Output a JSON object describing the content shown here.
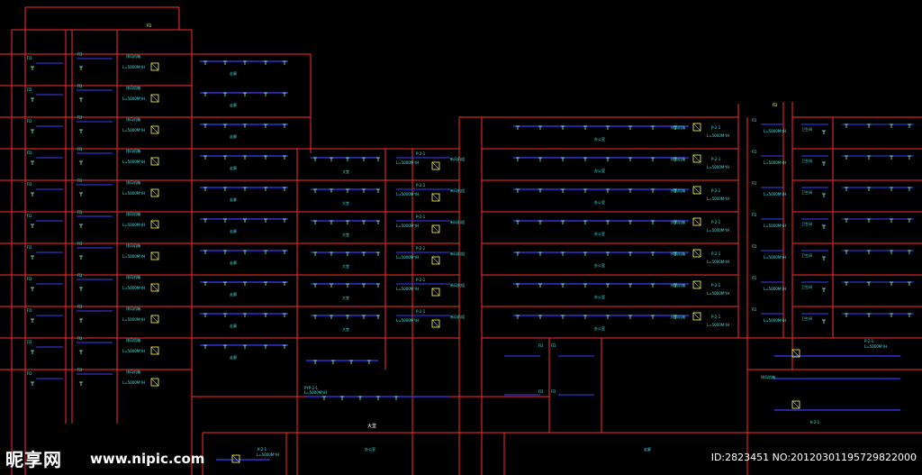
{
  "colors": {
    "background": "#000000",
    "walls": "#ff2a2a",
    "ducts": "#3b3bff",
    "annotations": "#3fe0e0",
    "fixtures": "#7fffd4",
    "highlight": "#ffff55",
    "labels": "#ffffff"
  },
  "drawing": {
    "floors": 11,
    "tags": {
      "fd": "FD",
      "flow": "L=5000M³/H",
      "riser": "P-2-1",
      "pyp": "PYP-2-1",
      "k": "K-2-1",
      "exhaust": "排风机箱",
      "fresh": "新风机组",
      "room": "办公室",
      "corridor": "走廊",
      "hall": "大堂",
      "toilet": "卫生间"
    }
  },
  "watermark": {
    "logo": "昵享网",
    "url": "www.nipic.com",
    "id": "ID:2823451 NO:20120301195729822000"
  }
}
